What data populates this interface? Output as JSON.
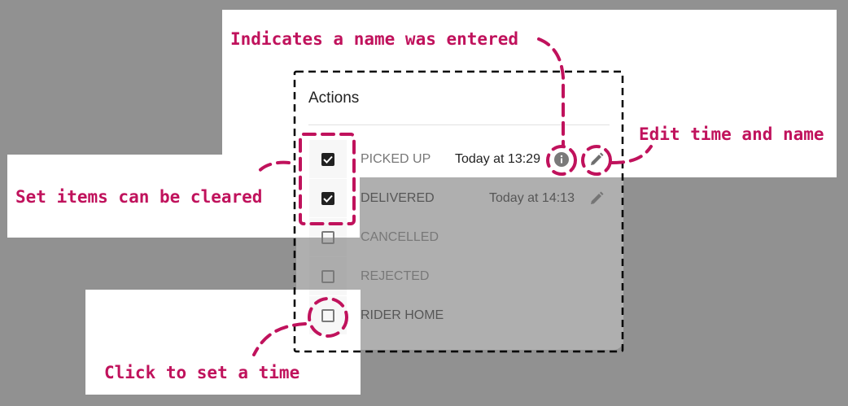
{
  "card": {
    "title": "Actions",
    "rows": [
      {
        "label": "PICKED UP",
        "time": "Today at 13:29",
        "checked": true,
        "has_info": true,
        "has_edit": true
      },
      {
        "label": "DELIVERED",
        "time": "Today at 14:13",
        "checked": true,
        "has_info": false,
        "has_edit": true
      },
      {
        "label": "CANCELLED",
        "time": "",
        "checked": false
      },
      {
        "label": "REJECTED",
        "time": "",
        "checked": false
      },
      {
        "label": "RIDER HOME",
        "time": "",
        "checked": false
      }
    ]
  },
  "callouts": {
    "name_entered": "Indicates a name was entered",
    "edit_time": "Edit time and name",
    "clear_items": "Set items can be cleared",
    "set_time": "Click to set a time"
  },
  "colors": {
    "background": "#b3b3b3",
    "accent": "#c0125c",
    "checkbox_checked": "#212121"
  },
  "icons": [
    "check-icon",
    "info-icon",
    "pencil-icon"
  ]
}
